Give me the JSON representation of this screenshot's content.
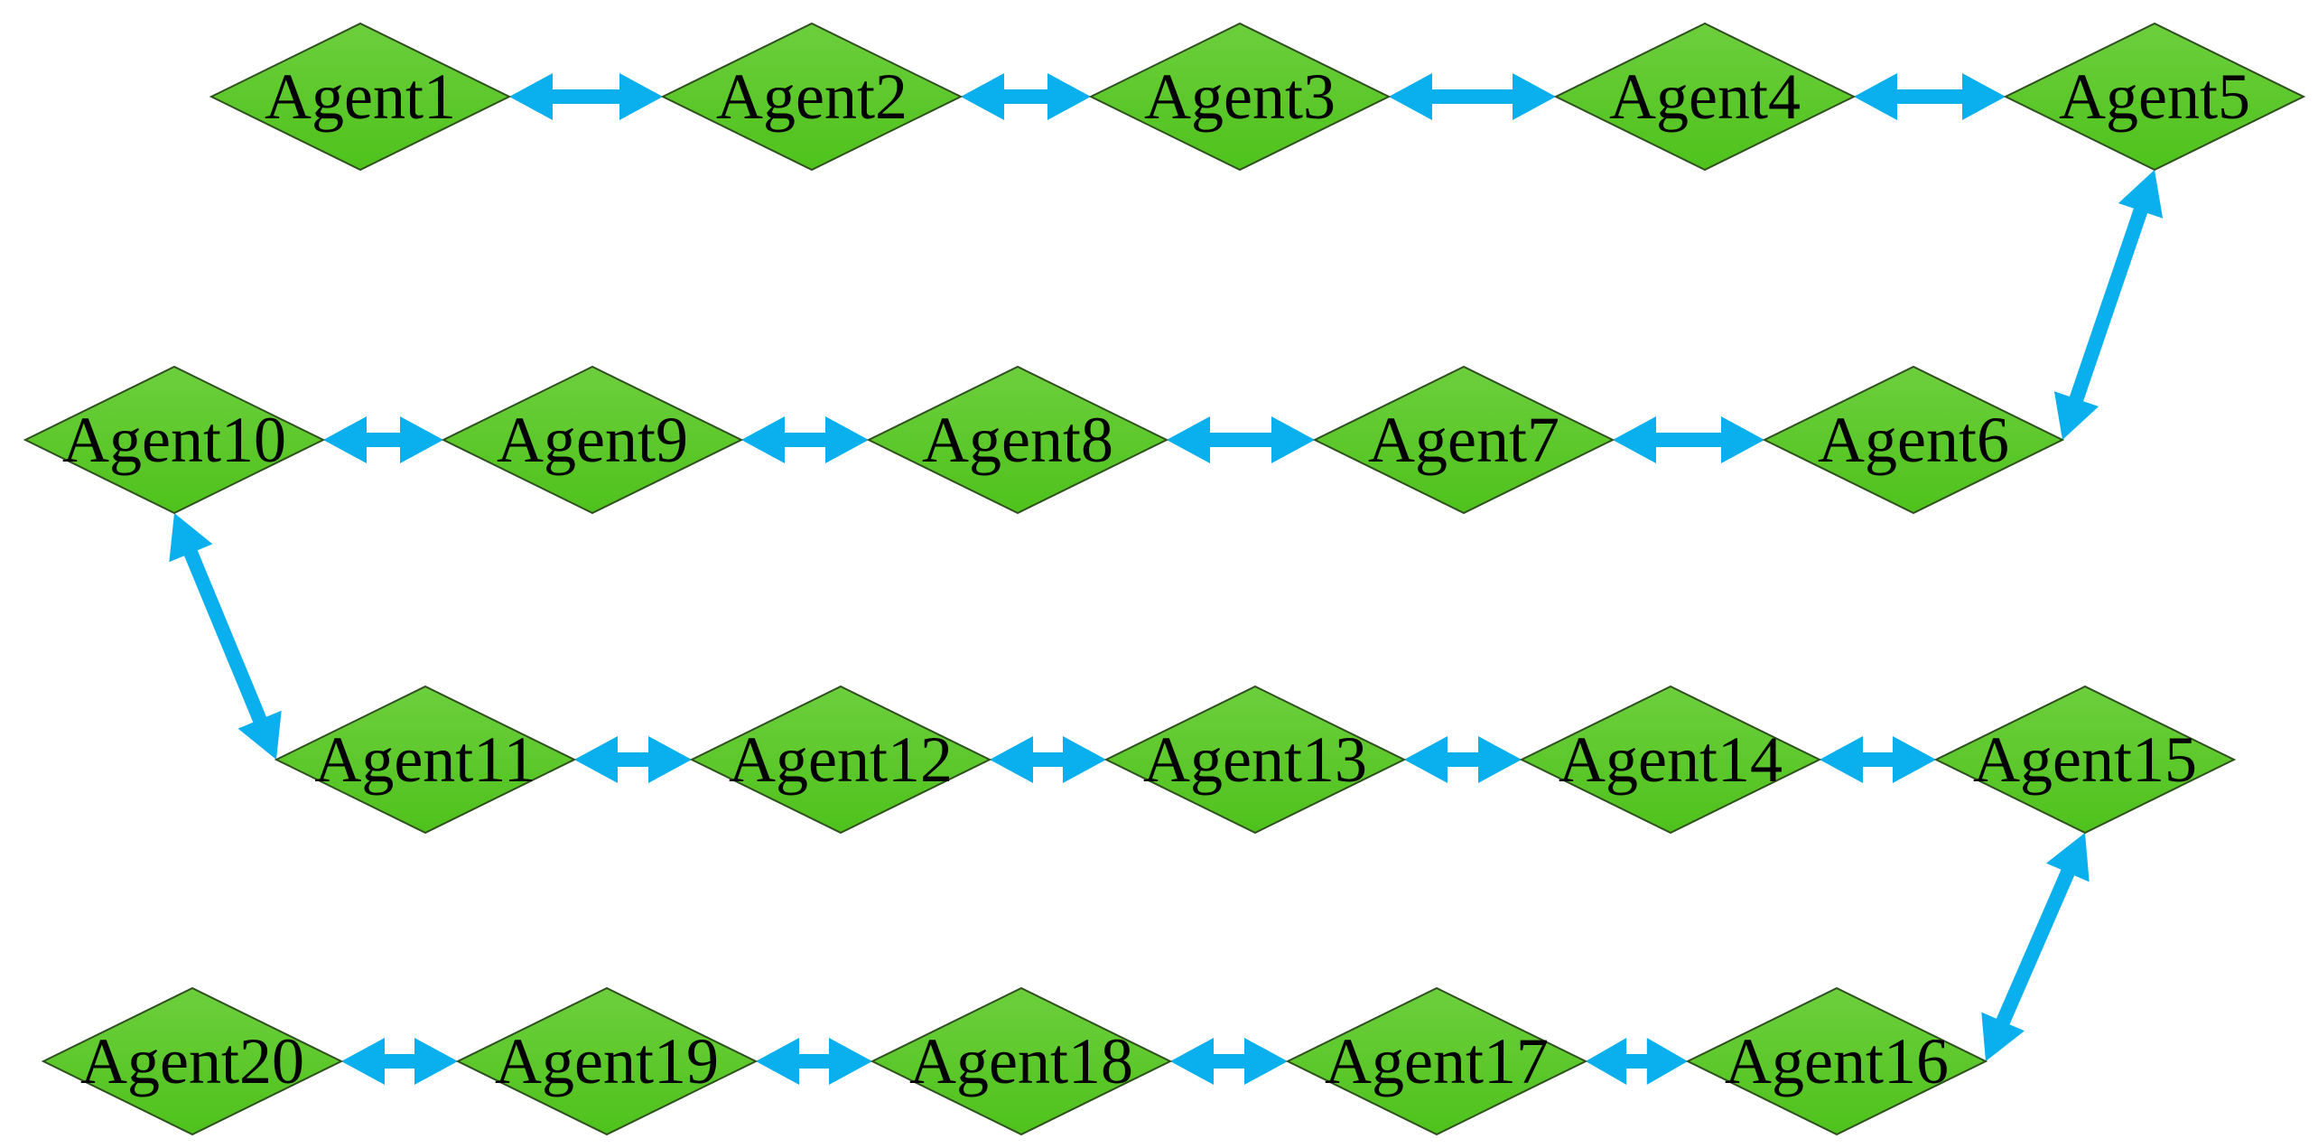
{
  "diagram": {
    "colors": {
      "node_fill_top": "#6ccf3d",
      "node_fill_bottom": "#4fc21c",
      "node_stroke": "#2f4f1f",
      "edge": "#0ab0ee"
    },
    "nodes": [
      {
        "id": "a1",
        "label": "Agent1"
      },
      {
        "id": "a2",
        "label": "Agent2"
      },
      {
        "id": "a3",
        "label": "Agent3"
      },
      {
        "id": "a4",
        "label": "Agent4"
      },
      {
        "id": "a5",
        "label": "Agent5"
      },
      {
        "id": "a6",
        "label": "Agent6"
      },
      {
        "id": "a7",
        "label": "Agent7"
      },
      {
        "id": "a8",
        "label": "Agent8"
      },
      {
        "id": "a9",
        "label": "Agent9"
      },
      {
        "id": "a10",
        "label": "Agent10"
      },
      {
        "id": "a11",
        "label": "Agent11"
      },
      {
        "id": "a12",
        "label": "Agent12"
      },
      {
        "id": "a13",
        "label": "Agent13"
      },
      {
        "id": "a14",
        "label": "Agent14"
      },
      {
        "id": "a15",
        "label": "Agent15"
      },
      {
        "id": "a16",
        "label": "Agent16"
      },
      {
        "id": "a17",
        "label": "Agent17"
      },
      {
        "id": "a18",
        "label": "Agent18"
      },
      {
        "id": "a19",
        "label": "Agent19"
      },
      {
        "id": "a20",
        "label": "Agent20"
      }
    ],
    "edges": [
      {
        "from": "a1",
        "to": "a2",
        "type": "bidirectional"
      },
      {
        "from": "a2",
        "to": "a3",
        "type": "bidirectional"
      },
      {
        "from": "a3",
        "to": "a4",
        "type": "bidirectional"
      },
      {
        "from": "a4",
        "to": "a5",
        "type": "bidirectional"
      },
      {
        "from": "a5",
        "to": "a6",
        "type": "bidirectional"
      },
      {
        "from": "a6",
        "to": "a7",
        "type": "bidirectional"
      },
      {
        "from": "a7",
        "to": "a8",
        "type": "bidirectional"
      },
      {
        "from": "a8",
        "to": "a9",
        "type": "bidirectional"
      },
      {
        "from": "a9",
        "to": "a10",
        "type": "bidirectional"
      },
      {
        "from": "a10",
        "to": "a11",
        "type": "bidirectional"
      },
      {
        "from": "a11",
        "to": "a12",
        "type": "bidirectional"
      },
      {
        "from": "a12",
        "to": "a13",
        "type": "bidirectional"
      },
      {
        "from": "a13",
        "to": "a14",
        "type": "bidirectional"
      },
      {
        "from": "a14",
        "to": "a15",
        "type": "bidirectional"
      },
      {
        "from": "a15",
        "to": "a16",
        "type": "bidirectional"
      },
      {
        "from": "a16",
        "to": "a17",
        "type": "bidirectional"
      },
      {
        "from": "a17",
        "to": "a18",
        "type": "bidirectional"
      },
      {
        "from": "a18",
        "to": "a19",
        "type": "bidirectional"
      },
      {
        "from": "a19",
        "to": "a20",
        "type": "bidirectional"
      }
    ]
  }
}
